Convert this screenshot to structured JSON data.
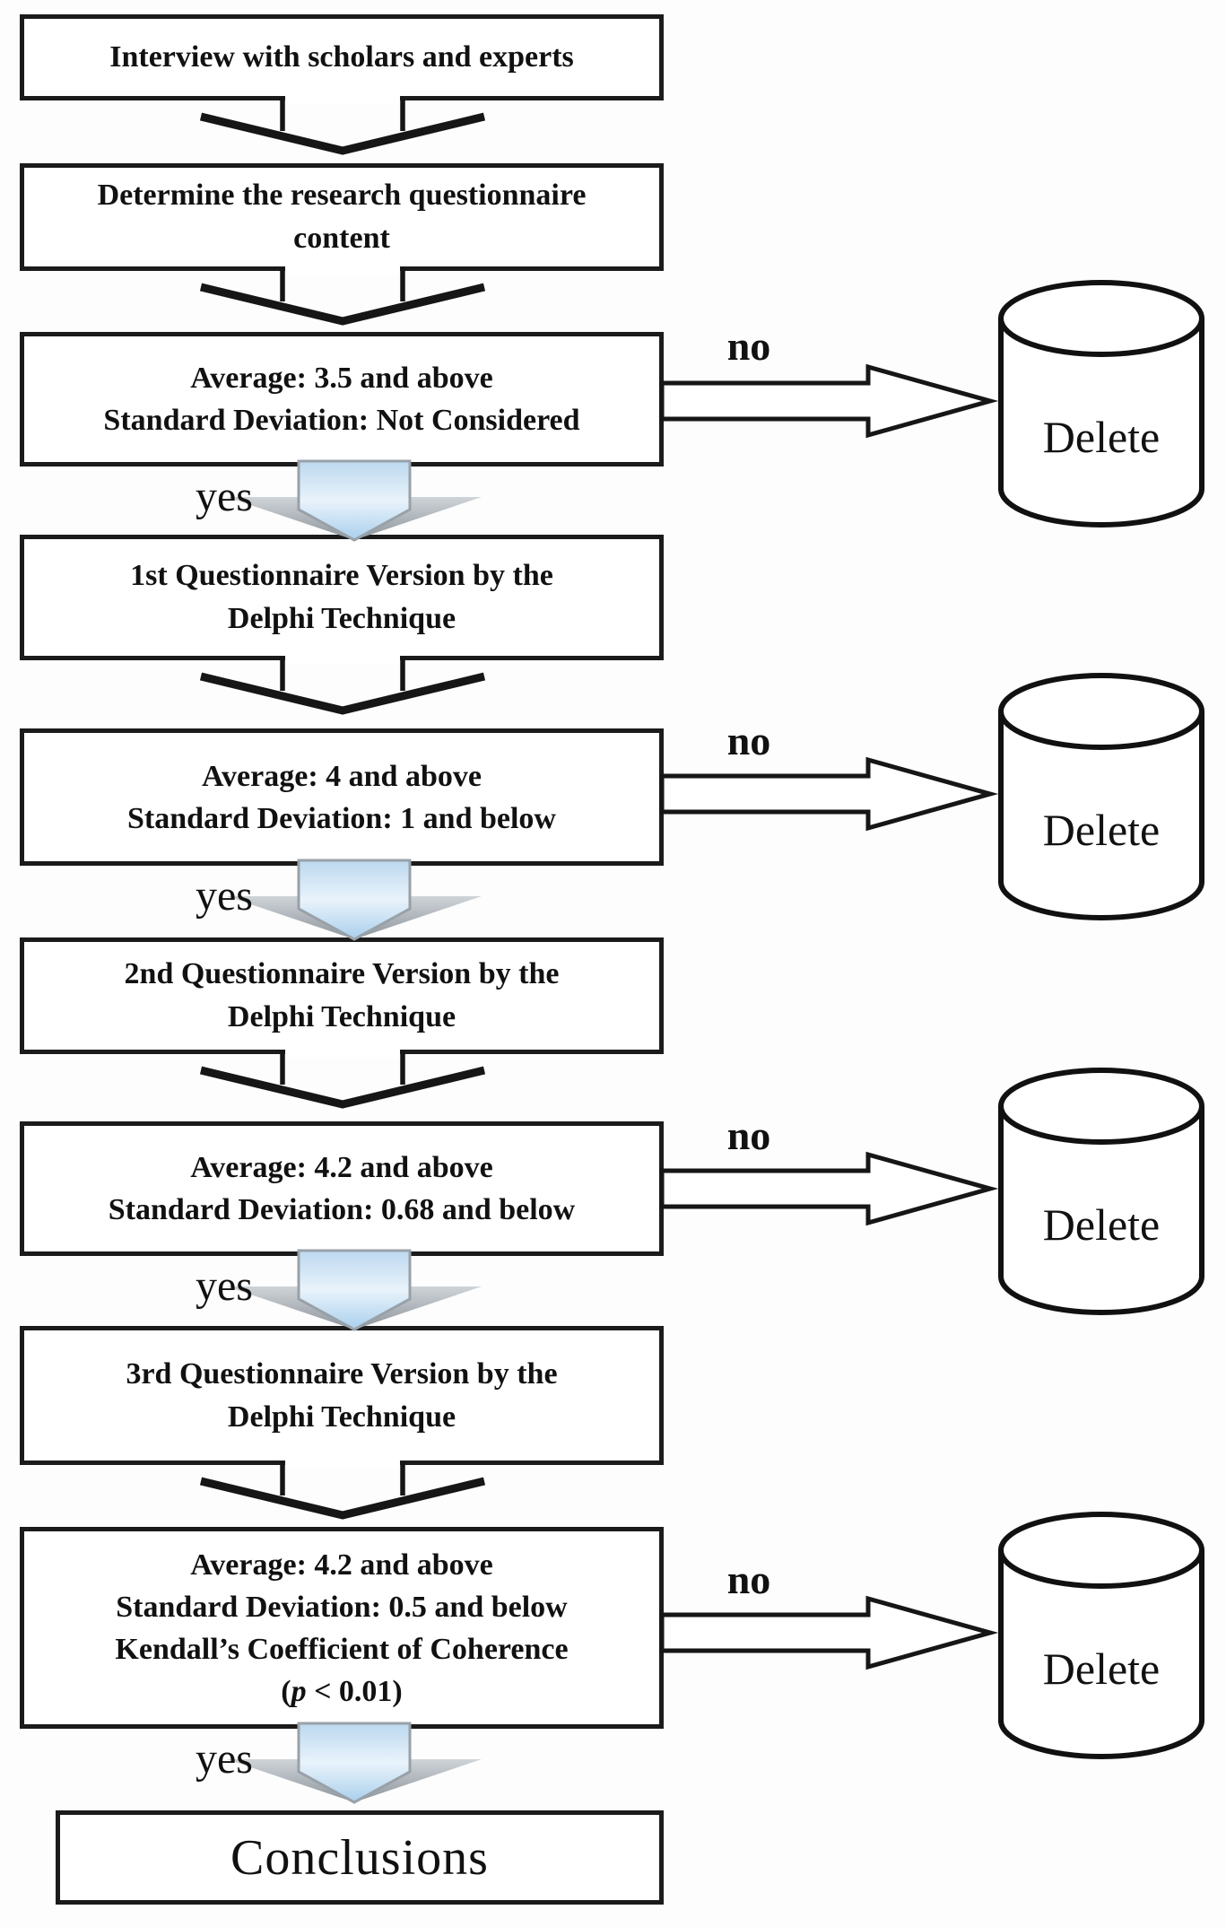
{
  "boxes": {
    "interview": {
      "lines": [
        "Interview with scholars and experts"
      ]
    },
    "determine": {
      "lines": [
        "Determine the research questionnaire",
        "content"
      ]
    },
    "screen1": {
      "lines": [
        "Average: 3.5 and above",
        "Standard Deviation: Not Considered"
      ]
    },
    "version1": {
      "lines": [
        "1st Questionnaire Version by the",
        "Delphi Technique"
      ]
    },
    "screen2": {
      "lines": [
        "Average: 4 and above",
        "Standard Deviation: 1 and below"
      ]
    },
    "version2": {
      "lines": [
        "2nd Questionnaire Version by the",
        "Delphi Technique"
      ]
    },
    "screen3": {
      "lines": [
        "Average: 4.2 and above",
        "Standard Deviation: 0.68 and below"
      ]
    },
    "version3": {
      "lines": [
        "3rd Questionnaire Version by the",
        "Delphi Technique"
      ]
    },
    "screen4": {
      "lines": [
        "Average: 4.2 and above",
        "Standard Deviation: 0.5 and below",
        "Kendall’s Coefficient of Coherence"
      ],
      "p_line": {
        "pre": "(",
        "var": "p",
        "post": " < 0.01)"
      }
    },
    "conclusions": {
      "lines": [
        "Conclusions"
      ]
    }
  },
  "labels": {
    "yes": "yes",
    "no": "no",
    "delete": "Delete"
  },
  "icons": {
    "flow_connector": "block-down-arrow",
    "yes_connector": "blue-3d-down-arrow",
    "no_connector": "block-right-arrow",
    "delete_shape": "database-cylinder"
  },
  "colors": {
    "line_black": "#161616",
    "box_border": "#1b1b1b",
    "arrow_blue_top": "#bcd8ef",
    "arrow_blue_mid": "#e9f3fb",
    "arrow_blue_bottom": "#a9cfec",
    "arrow_silver_top": "#cfd4d8",
    "arrow_silver_bottom": "#8d959c"
  }
}
